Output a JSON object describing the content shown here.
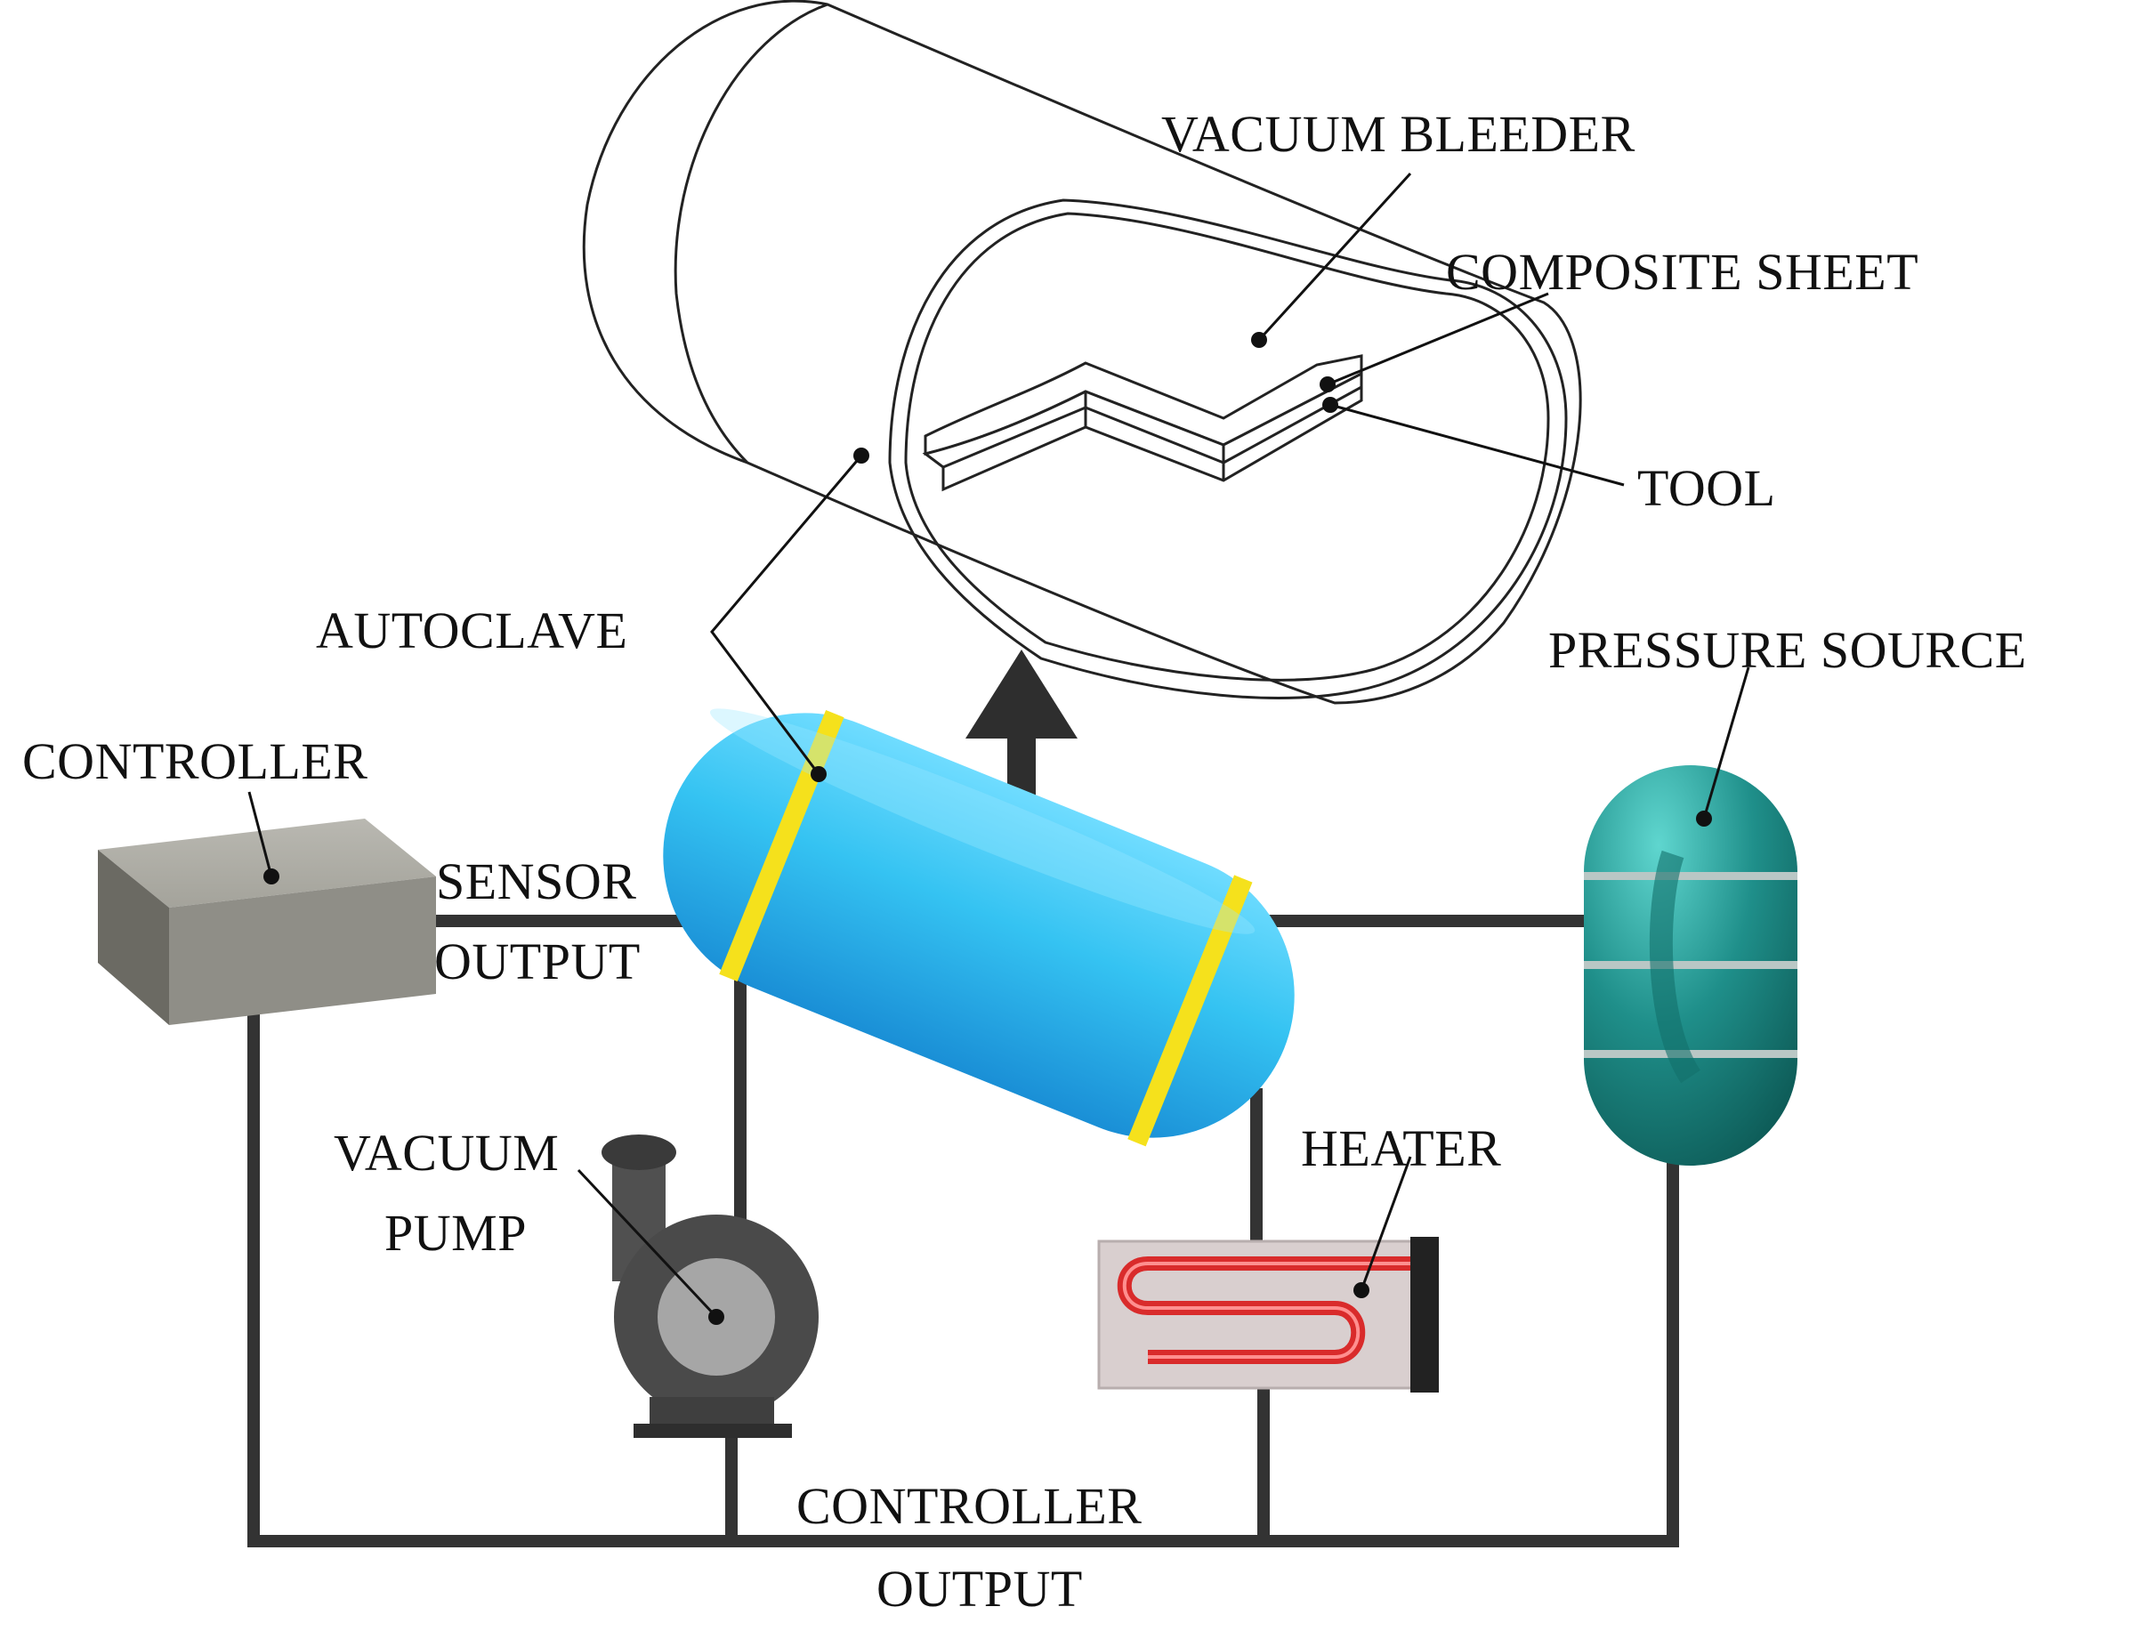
{
  "labels": {
    "vacuum_bleeder": "VACUUM BLEEDER",
    "composite_sheet": "COMPOSITE SHEET",
    "tool": "TOOL",
    "autoclave": "AUTOCLAVE",
    "pressure_source": "PRESSURE SOURCE",
    "controller": "CONTROLLER",
    "sensor_output_line1": "SENSOR",
    "sensor_output_line2": "OUTPUT",
    "vacuum_pump_line1": "VACUUM",
    "vacuum_pump_line2": "PUMP",
    "heater": "HEATER",
    "controller_output_line1": "CONTROLLER",
    "controller_output_line2": "OUTPUT"
  },
  "colors": {
    "autoclave_body": "#35c3f2",
    "autoclave_band": "#f5e11c",
    "pressure_source": "#1f8f8a",
    "controller_box": "#8f8e87",
    "pump": "#4a4a4a",
    "heater_coil": "#d92b2b",
    "heater_plate": "#d9cfcf",
    "wire": "#333333"
  }
}
